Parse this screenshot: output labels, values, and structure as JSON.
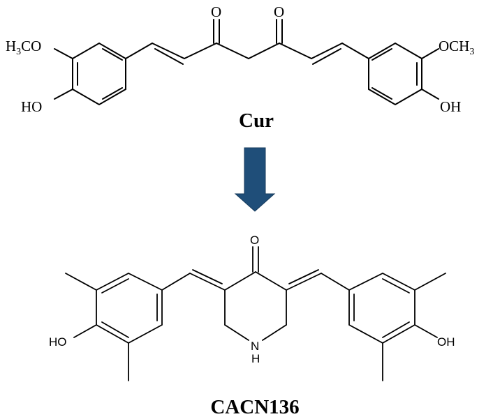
{
  "top_molecule": {
    "name": "Cur",
    "labels": {
      "methoxy_left_h": "H",
      "methoxy_left_sub": "3",
      "methoxy_left_co": "CO",
      "hydroxy_left": "HO",
      "carbonyl_1": "O",
      "carbonyl_2": "O",
      "methoxy_right_och": "OCH",
      "methoxy_right_sub": "3",
      "hydroxy_right": "OH"
    }
  },
  "bottom_molecule": {
    "name": "CACN136",
    "labels": {
      "carbonyl": "O",
      "amine": "N",
      "amine_h": "H",
      "hydroxy_left": "HO",
      "hydroxy_right": "OH"
    }
  },
  "arrow": {
    "color": "#1f4e79",
    "direction": "down"
  }
}
